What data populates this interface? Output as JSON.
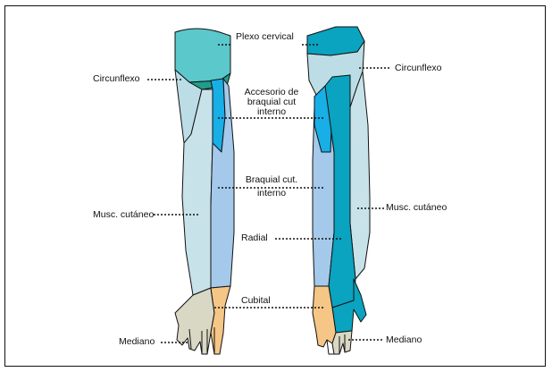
{
  "labels": {
    "plexo_cervical": "Plexo cervical",
    "circunflexo": "Circunflexo",
    "accesorio_1": "Accesorio de",
    "accesorio_2": "braquial cut",
    "accesorio_3": "interno",
    "braquial_1": "Braquial cut.",
    "braquial_2": "interno",
    "musc_cutaneo": "Musc. cutáneo",
    "radial": "Radial",
    "cubital": "Cubital",
    "mediano": "Mediano"
  },
  "colors": {
    "plexo_cervical": "#5bc8cc",
    "circunflexo": "#bcdde5",
    "circunflexo_patch": "#1f9e8c",
    "accesorio": "#18aee6",
    "braquial": "#a4c9ea",
    "musc_cutaneo": "#c8e2ea",
    "radial": "#0aa3c0",
    "cubital": "#f5c686",
    "mediano": "#d9d8c4",
    "outline": "#111111"
  }
}
